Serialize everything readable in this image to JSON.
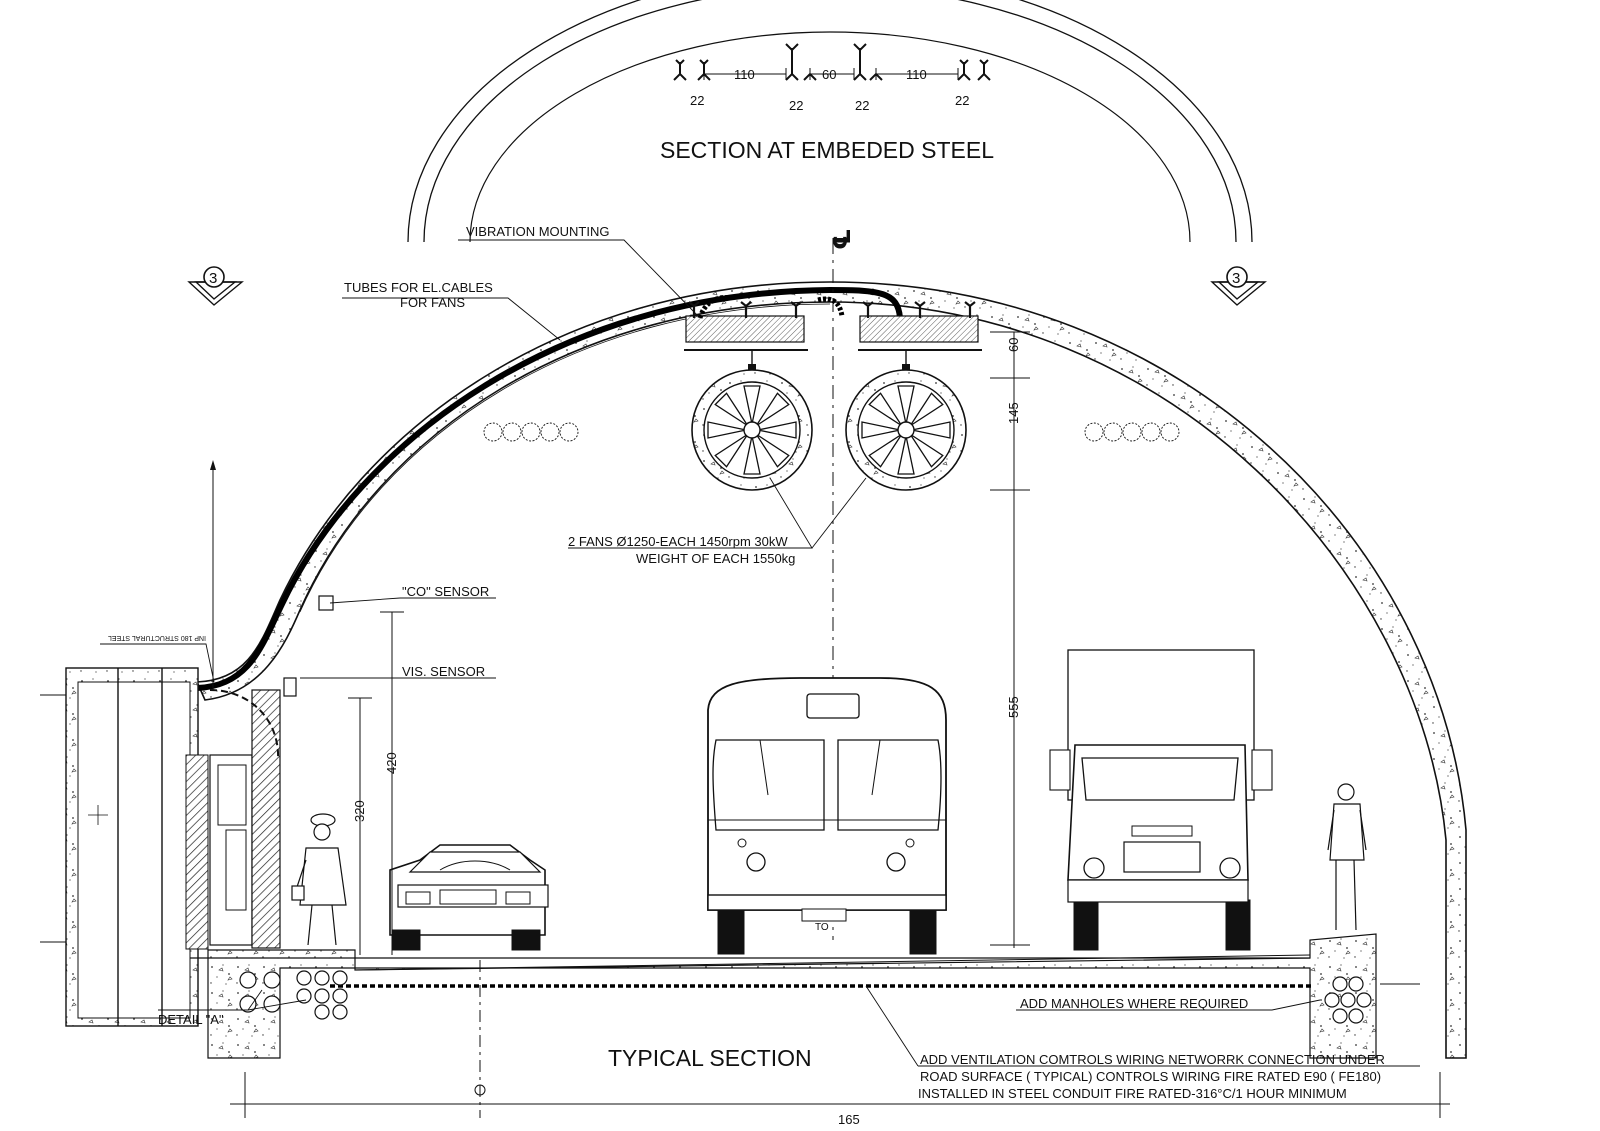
{
  "titles": {
    "section_top": "SECTION AT EMBEDED STEEL",
    "section_main": "TYPICAL SECTION"
  },
  "embedded_steel_dims": {
    "span_left": "110",
    "span_mid": "60",
    "span_right": "110",
    "w1": "22",
    "w2": "22",
    "w3": "22",
    "w4": "22"
  },
  "section_marker": "3",
  "callouts": {
    "vibration": "VIBRATION MOUNTING",
    "tubes_1": "TUBES FOR EL.CABLES",
    "tubes_2": "FOR FANS",
    "fans_1": "2 FANS Ø1250-EACH 1450rpm 30kW",
    "fans_2": "WEIGHT OF EACH 1550kg",
    "co_sensor": "\"CO\" SENSOR",
    "vis_sensor": "VIS. SENSOR",
    "steel": "INP 180 STRUCTURAL STEEL",
    "detail_a": "DETAIL \"A\"",
    "manholes": "ADD MANHOLES WHERE REQUIRED",
    "vent_1": "ADD VENTILATION COMTROLS WIRING NETWORRK CONNECTION UNDER",
    "vent_2": "ROAD SURFACE ( TYPICAL)    CONTROLS WIRING FIRE RATED E90  ( FE180)",
    "vent_3": "INSTALLED IN STEEL CONDUIT FIRE RATED-316°C/1 HOUR MINIMUM",
    "bus_mark": "TO"
  },
  "dimensions": {
    "d60": "60",
    "d145": "145",
    "d555": "555",
    "d420": "420",
    "d320": "320",
    "d165": "165"
  }
}
